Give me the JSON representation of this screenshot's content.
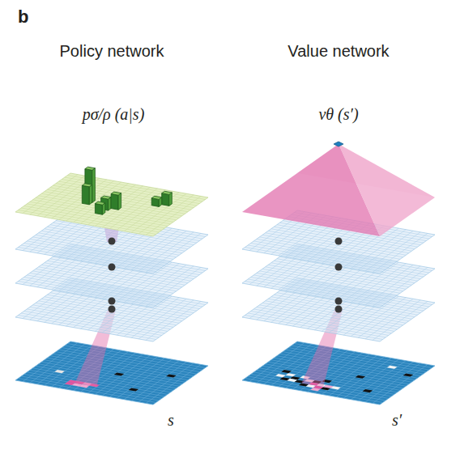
{
  "diagram": {
    "labels": [
      "b",
      "Policy network",
      "Value network",
      "pσ/ρ (a|s)",
      "vθ (s′)",
      "s",
      "s′"
    ]
  }
}
